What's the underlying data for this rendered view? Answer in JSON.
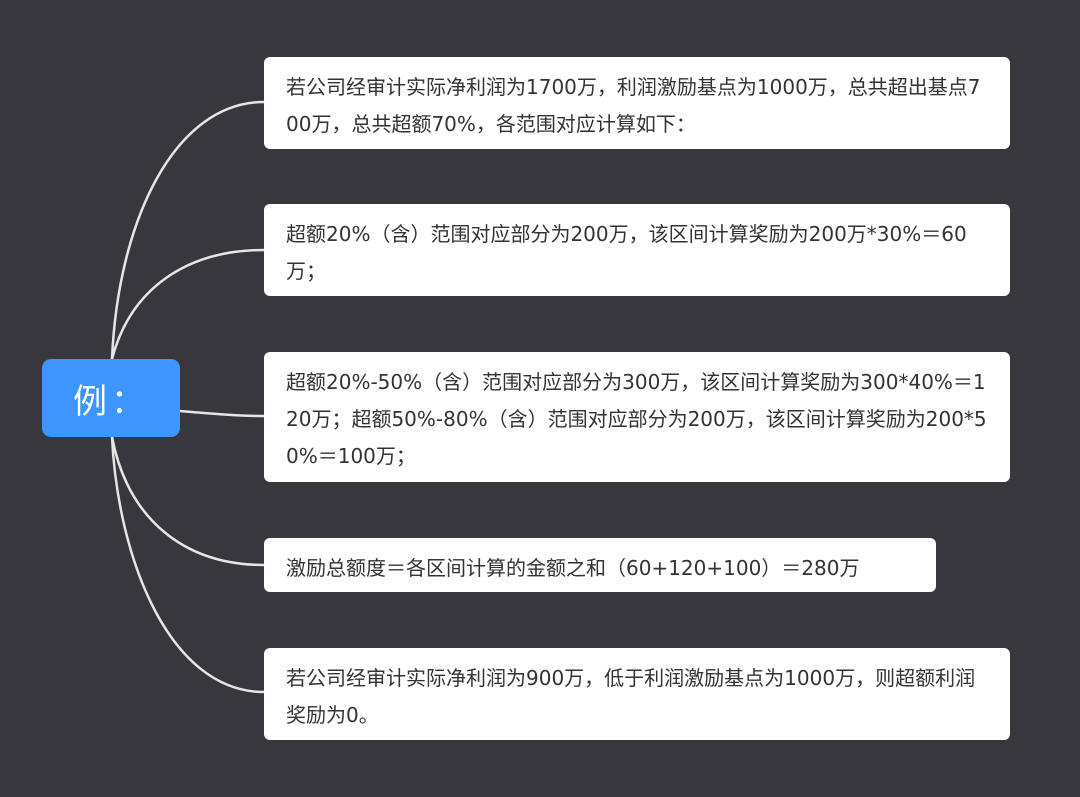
{
  "root": {
    "label": "例："
  },
  "topics": [
    {
      "text": " 若公司经审计实际净利润为1700万，利润激励基点为1000万，总共超出基点700万，总共超额70%，各范围对应计算如下："
    },
    {
      "text": "超额20%（含）范围对应部分为200万，该区间计算奖励为200万*30%＝60万；"
    },
    {
      "text": "超额20%-50%（含）范围对应部分为300万，该区间计算奖励为300*40%＝120万；超额50%-80%（含）范围对应部分为200万，该区间计算奖励为200*50%＝100万；"
    },
    {
      "text": "激励总额度＝各区间计算的金额之和（60+120+100）＝280万"
    },
    {
      "text": "若公司经审计实际净利润为900万，低于利润激励基点为1000万，则超额利润奖励为0。"
    }
  ],
  "colors": {
    "background": "#38383c",
    "root_fill": "#3d95ff",
    "topic_fill": "#ffffff",
    "connector": "#e6e6e6",
    "text": "#333333"
  }
}
